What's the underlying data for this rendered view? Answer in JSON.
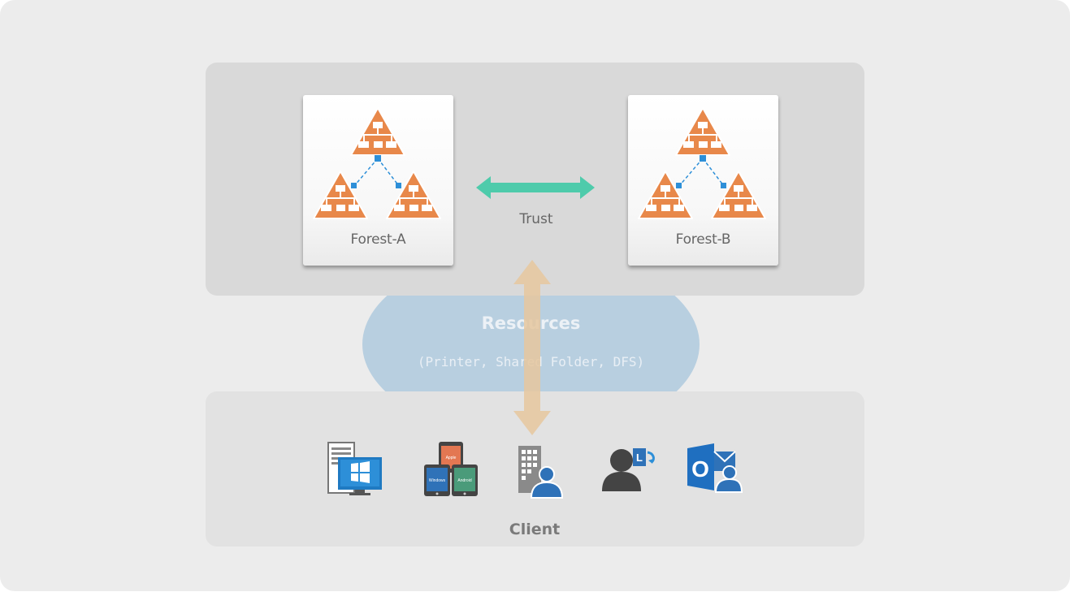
{
  "forests": [
    {
      "label": "Forest-A"
    },
    {
      "label": "Forest-B"
    }
  ],
  "trust": {
    "label": "Trust",
    "color": "#4ecbab"
  },
  "resources": {
    "title": "Resources",
    "subtitle": "(Printer, Shared Folder, DFS)",
    "color": "#b8cfe0"
  },
  "client": {
    "label": "Client",
    "icons": [
      {
        "name": "windows-pc-icon"
      },
      {
        "name": "mobile-devices-icon",
        "labels": [
          "Apple",
          "Windows",
          "Android"
        ]
      },
      {
        "name": "building-user-icon"
      },
      {
        "name": "lync-user-icon",
        "letter": "L"
      },
      {
        "name": "outlook-user-icon",
        "letter": "O"
      }
    ]
  },
  "colors": {
    "forest_orange": "#e8884a",
    "connector_blue": "#2d8fd8",
    "access_arrow": "#e6c79e"
  }
}
